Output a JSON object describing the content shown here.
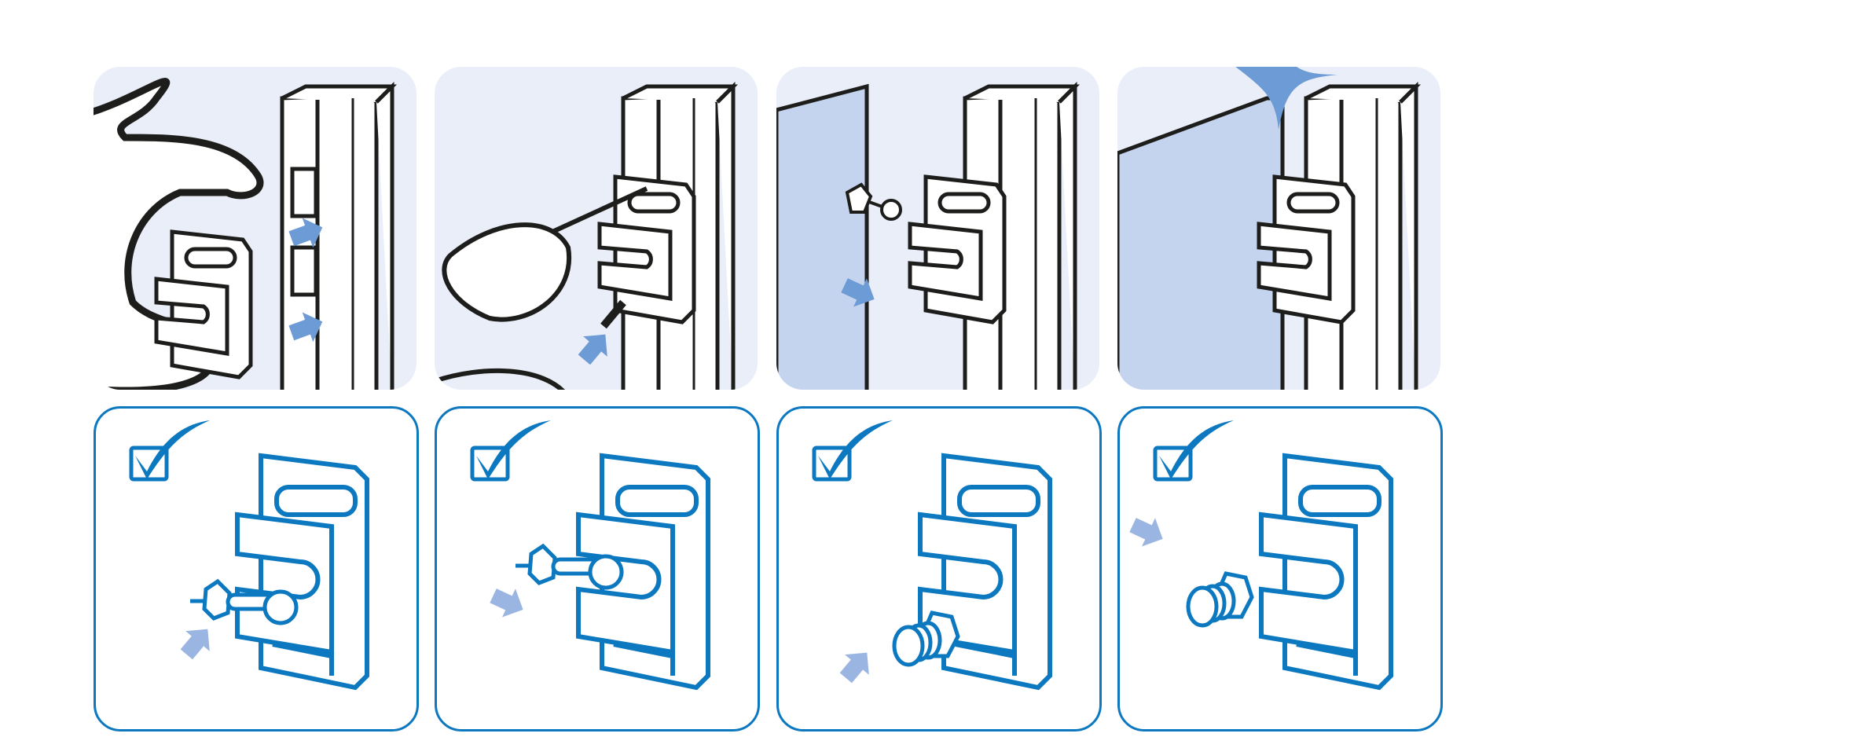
{
  "colors": {
    "panel_background": "#e9eef9",
    "glass": "#c5d4ee",
    "outline": "#1d1d1b",
    "accent_blue": "#0b78c0",
    "arrow_blue": "#6d9bd6",
    "arrow_light": "#9bb5e2"
  },
  "steps": [
    {
      "scene": "hand-inserts-clamp-into-profile",
      "check_icon": "checkmark-icon",
      "detail": "knob-bolt-with-ball"
    },
    {
      "scene": "screwdriver-tightens-clamp",
      "check_icon": "checkmark-icon",
      "detail": "knob-bolt-with-ball"
    },
    {
      "scene": "glass-panel-with-knob-approaches-clamp",
      "check_icon": "checkmark-icon",
      "detail": "ribbed-cap"
    },
    {
      "scene": "glass-panel-snapped-into-clamp",
      "check_icon": "checkmark-icon",
      "detail": "ribbed-cap-inserted"
    }
  ]
}
